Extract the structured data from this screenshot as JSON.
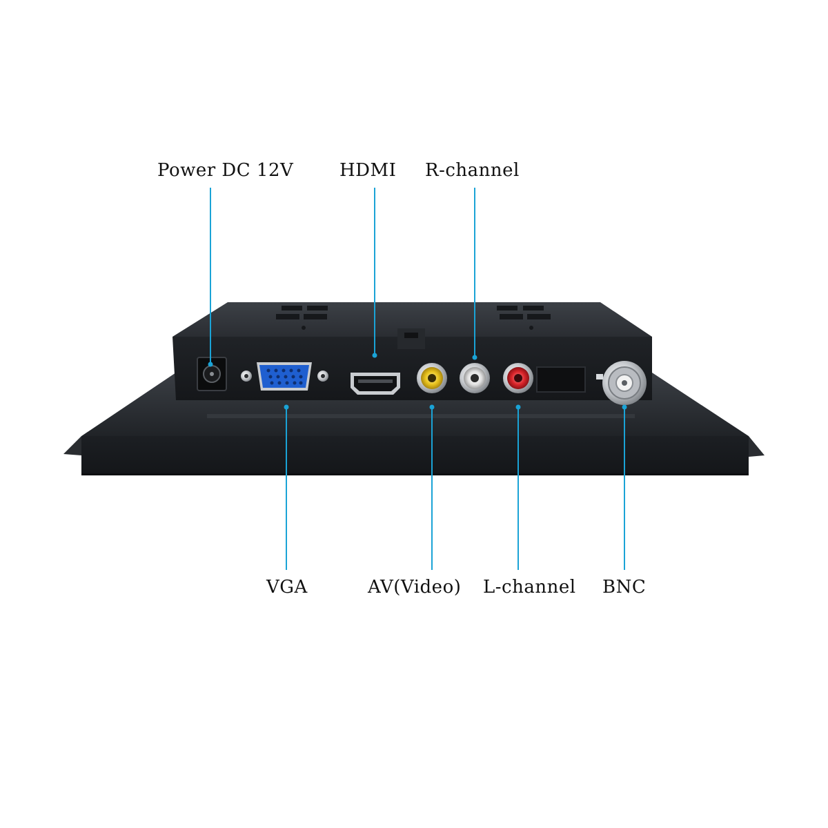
{
  "labels": {
    "power": "Power DC 12V",
    "hdmi": "HDMI",
    "r_channel": "R-channel",
    "vga": "VGA",
    "av_video": "AV(Video)",
    "l_channel": "L-channel",
    "bnc": "BNC"
  },
  "colors": {
    "background": "#ffffff",
    "leader_line": "#1aa3d6",
    "chassis": "#24272b",
    "vga_port": "#1f5fd0",
    "rca_video": "#e8c21c",
    "rca_left": "#e9e9e9",
    "rca_right": "#d8242a",
    "label_text": "#111111"
  },
  "device": {
    "type": "monitor rear panel",
    "ports": [
      "Power DC 12V",
      "VGA",
      "HDMI",
      "AV(Video)",
      "R-channel",
      "L-channel",
      "BNC"
    ]
  }
}
